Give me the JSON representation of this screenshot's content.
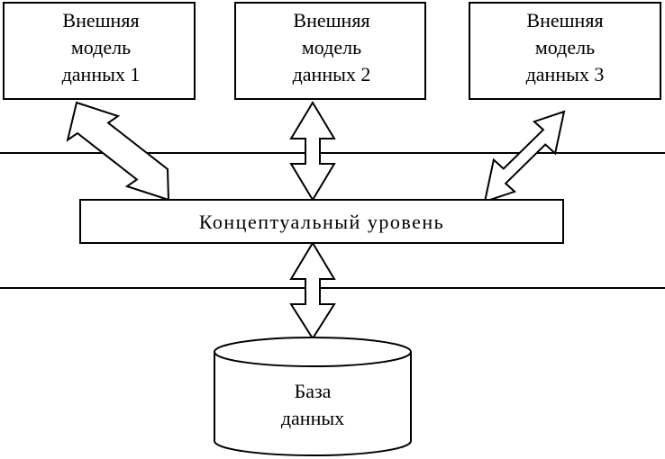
{
  "diagram": {
    "external_models": [
      {
        "lines": [
          "Внешняя",
          "модель",
          "данных 1"
        ]
      },
      {
        "lines": [
          "Внешняя",
          "модель",
          "данных 2"
        ]
      },
      {
        "lines": [
          "Внешняя",
          "модель",
          "данных 3"
        ]
      }
    ],
    "conceptual_level": "Концептуальный уровень",
    "database": {
      "lines": [
        "База",
        "данных"
      ]
    }
  }
}
